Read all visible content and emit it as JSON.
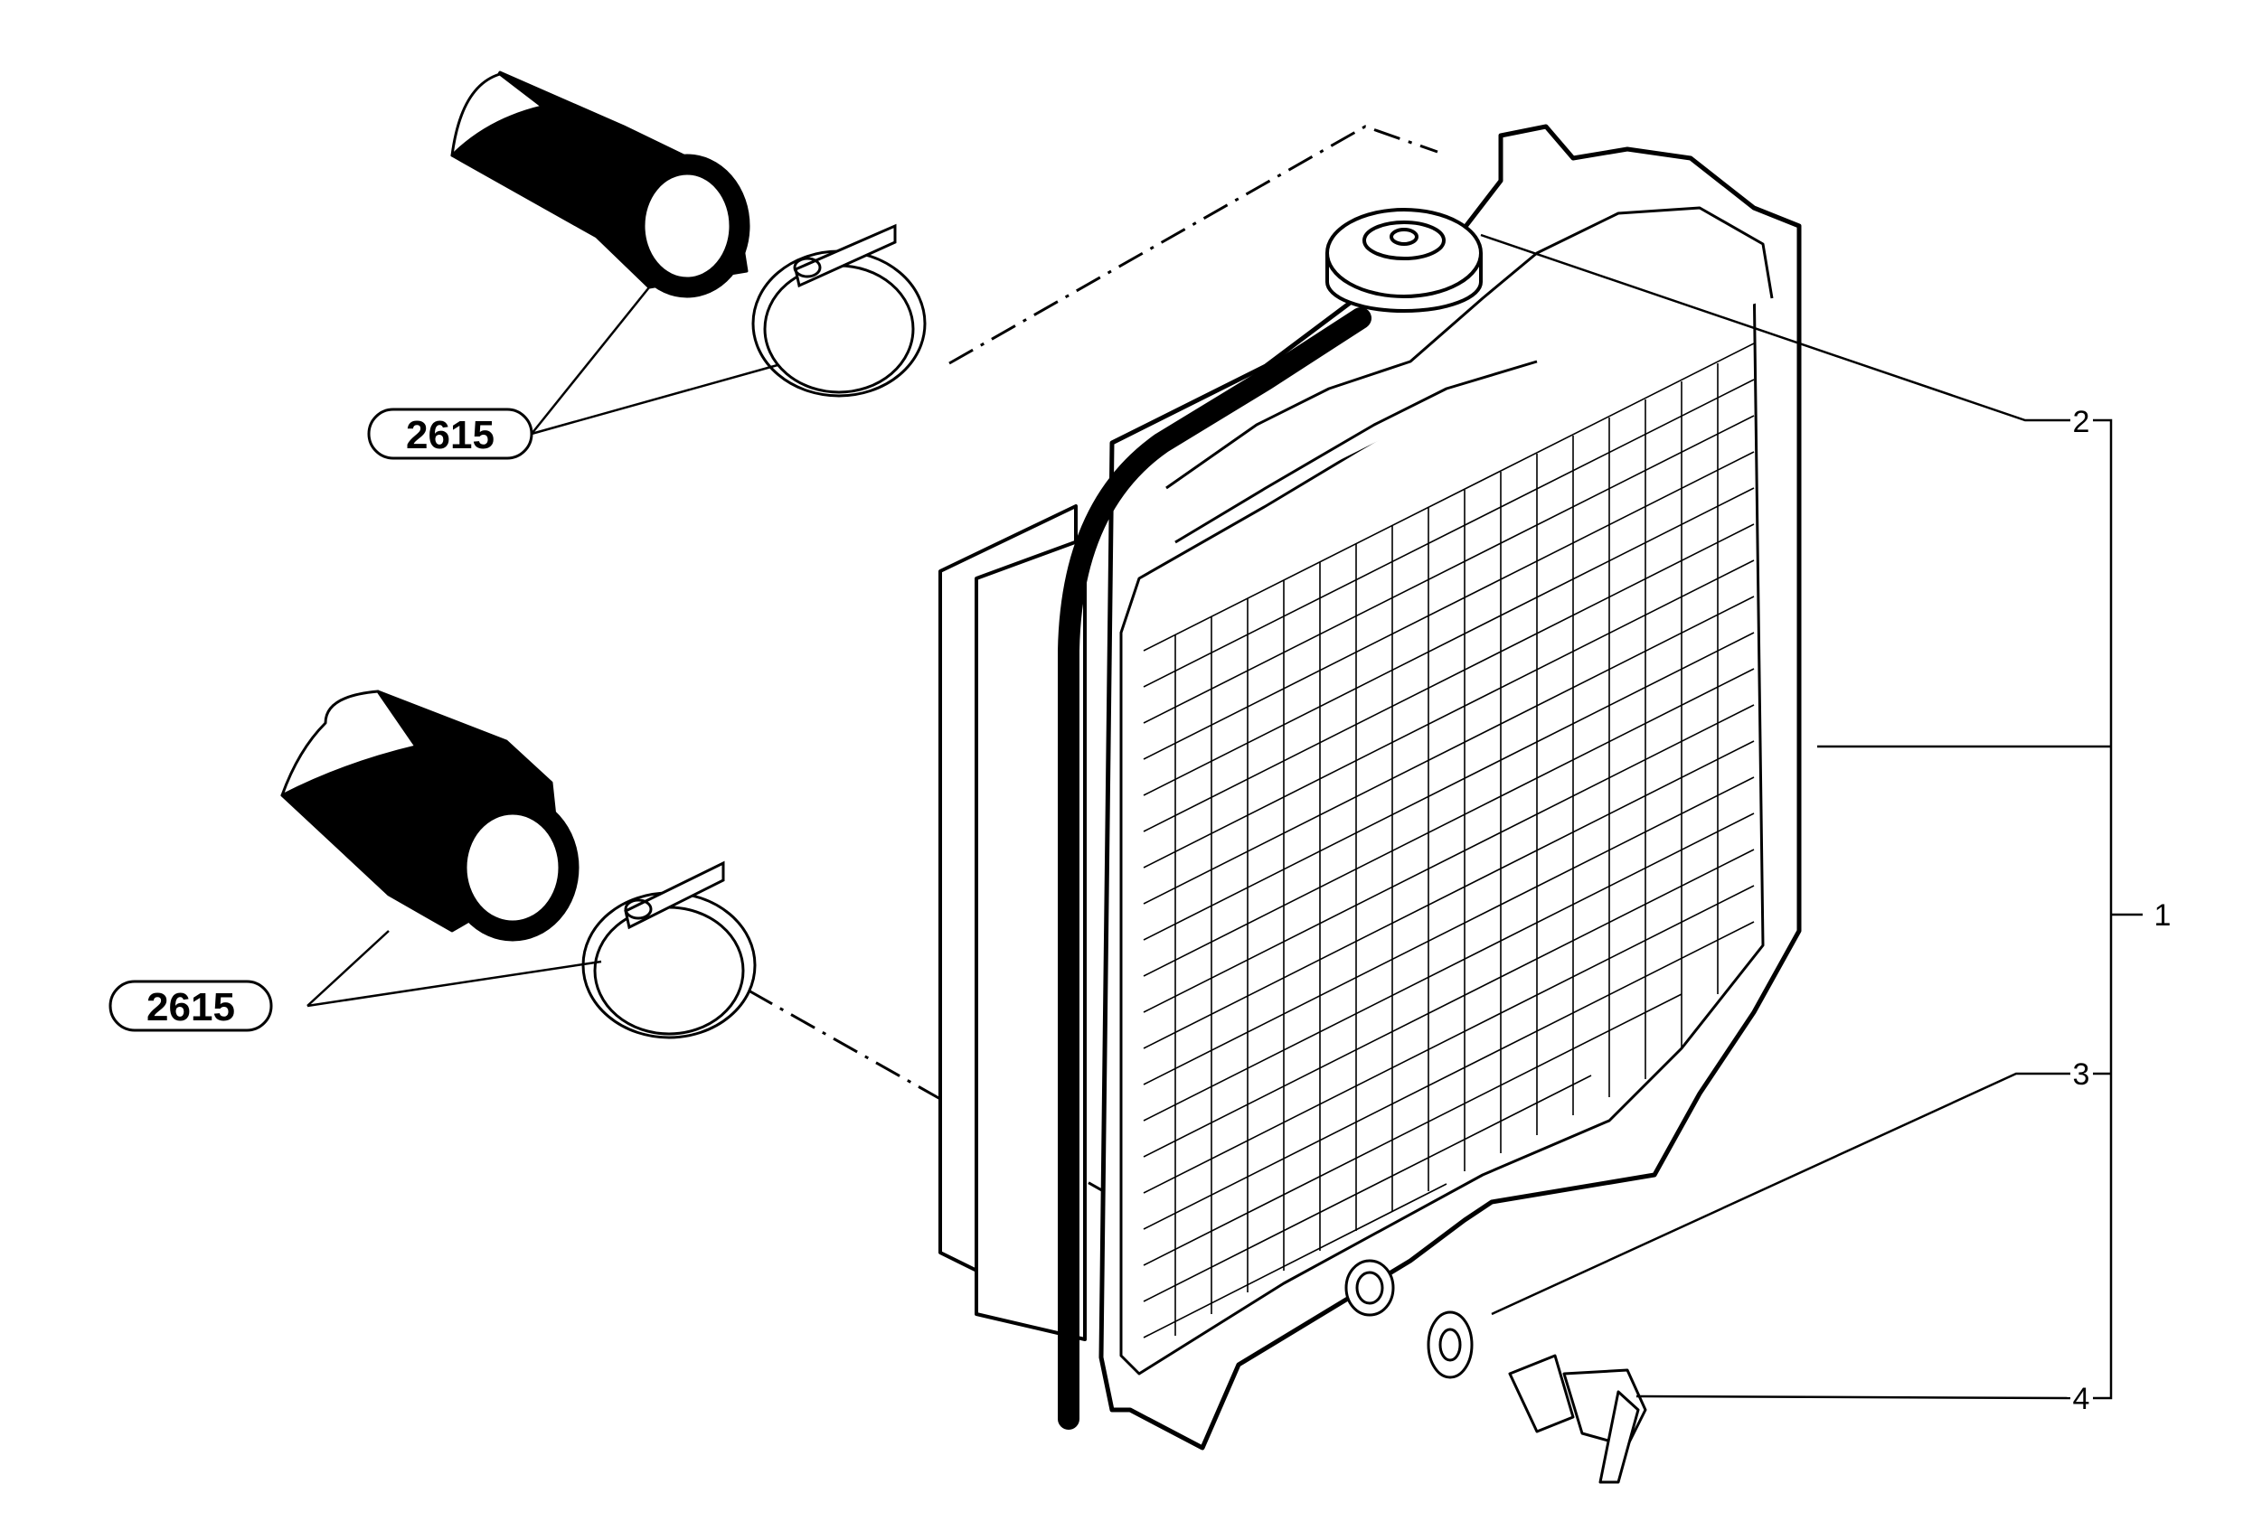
{
  "callouts": {
    "ref_upper": "2615",
    "ref_lower": "2615",
    "item_1": "1",
    "item_2": "2",
    "item_3": "3",
    "item_4": "4"
  }
}
